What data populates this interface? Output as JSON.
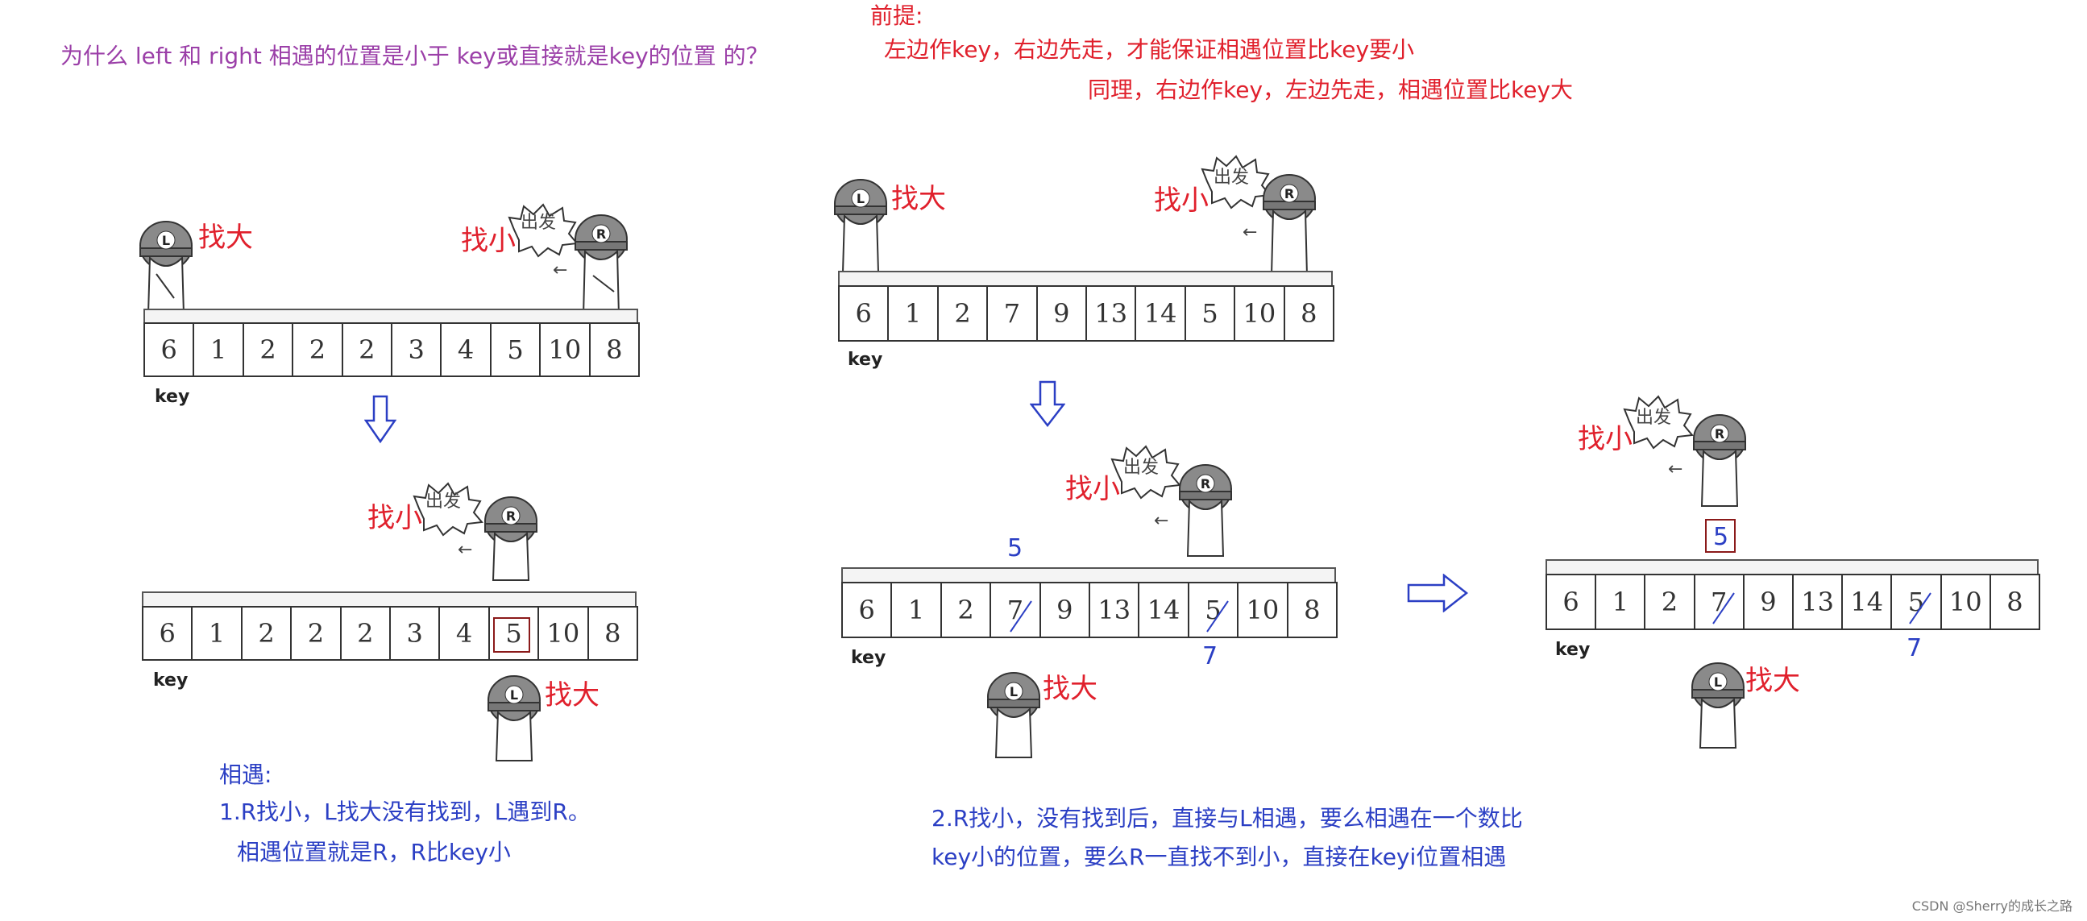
{
  "question": "为什么 left 和 right 相遇的位置是小于 key或直接就是key的位置 的？",
  "premise": {
    "title": "前提:",
    "line1": "左边作key，右边先走，才能保证相遇位置比key要小",
    "line2": "同理，右边作key，左边先走，相遇位置比key大"
  },
  "labels": {
    "find_big": "找大",
    "find_small": "找小",
    "depart": "出发",
    "key": "key",
    "L": "L",
    "R": "R"
  },
  "array1": [
    "6",
    "1",
    "2",
    "2",
    "2",
    "3",
    "4",
    "5",
    "10",
    "8"
  ],
  "array2": [
    "6",
    "1",
    "2",
    "2",
    "2",
    "3",
    "4",
    "5",
    "10",
    "8"
  ],
  "array3": [
    "6",
    "1",
    "2",
    "7",
    "9",
    "13",
    "14",
    "5",
    "10",
    "8"
  ],
  "array4": [
    "6",
    "1",
    "2",
    "7",
    "9",
    "13",
    "14",
    "5",
    "10",
    "8"
  ],
  "array5": [
    "6",
    "1",
    "2",
    "7",
    "9",
    "13",
    "14",
    "5",
    "10",
    "8"
  ],
  "annotations": {
    "five_above": "5",
    "seven_below": "7",
    "boxed_five": "5"
  },
  "case1": {
    "title": "相遇:",
    "line1": "1.R找小，L找大没有找到，L遇到R。",
    "line2": "相遇位置就是R，R比key小"
  },
  "case2": {
    "line1": "2.R找小，没有找到后，直接与L相遇，要么相遇在一个数比",
    "line2": "key小的位置，要么R一直找不到小，直接在keyi位置相遇"
  },
  "footer": "CSDN @Sherry的成长之路",
  "colors": {
    "question": "#9b3fa8",
    "premise": "#e0202c",
    "notes": "#2b3fc4",
    "arrow": "#2b3fc4"
  }
}
